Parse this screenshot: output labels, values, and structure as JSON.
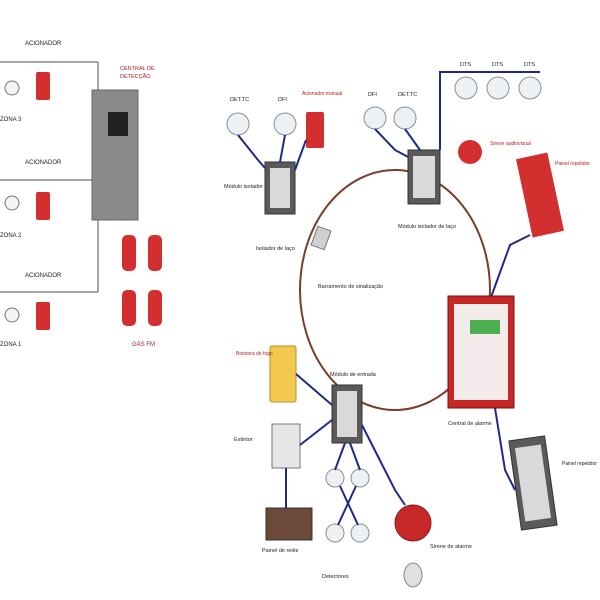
{
  "left_panel": {
    "zone_labels": [
      "ZONA 3",
      "ZONA 2",
      "ZONA 1"
    ],
    "alarm_labels": [
      "ACIONADOR",
      "ACIONADOR",
      "ACIONADOR"
    ],
    "central_label_1": "CENTRAL DE",
    "central_label_2": "DETECÇÃO",
    "gas_label": "GÁS FM"
  },
  "right_panel": {
    "detector_top_left_1": "DET.TC",
    "detector_top_left_2": "DFI",
    "manual_trigger": "Acionador manual",
    "module_isolator_left": "Módulo isolador",
    "isolator": "Isolador de laço",
    "loop_label": "Barramento de sinalização",
    "module_right": "Módulo isolador de laço",
    "detectors_top_right": [
      "DTS",
      "DTS",
      "DTS"
    ],
    "detector_top_mid": [
      "DFI",
      "DET.TC"
    ],
    "siren_label": "Sirene\naudiovisual",
    "panel_red_label": "Painel\nrepetidor",
    "central_label": "Central de alarme",
    "module_bottom": "Módulo de entrada",
    "yellow_button_label": "Botoeira\nde fogo",
    "extinguish_label": "Extintor",
    "relay_label": "Painel de relés",
    "detectors_bottom": "Detectores",
    "bell_label": "Sirene de alarme",
    "right_terminal": "Painel\nrepetidor"
  },
  "colors": {
    "red": "#d32f2f",
    "dark_red": "#9e1b1b",
    "cable_blue": "#1e2a8a",
    "loop_brown": "#7a3d2a",
    "panel_gray": "#8a8a8a"
  }
}
